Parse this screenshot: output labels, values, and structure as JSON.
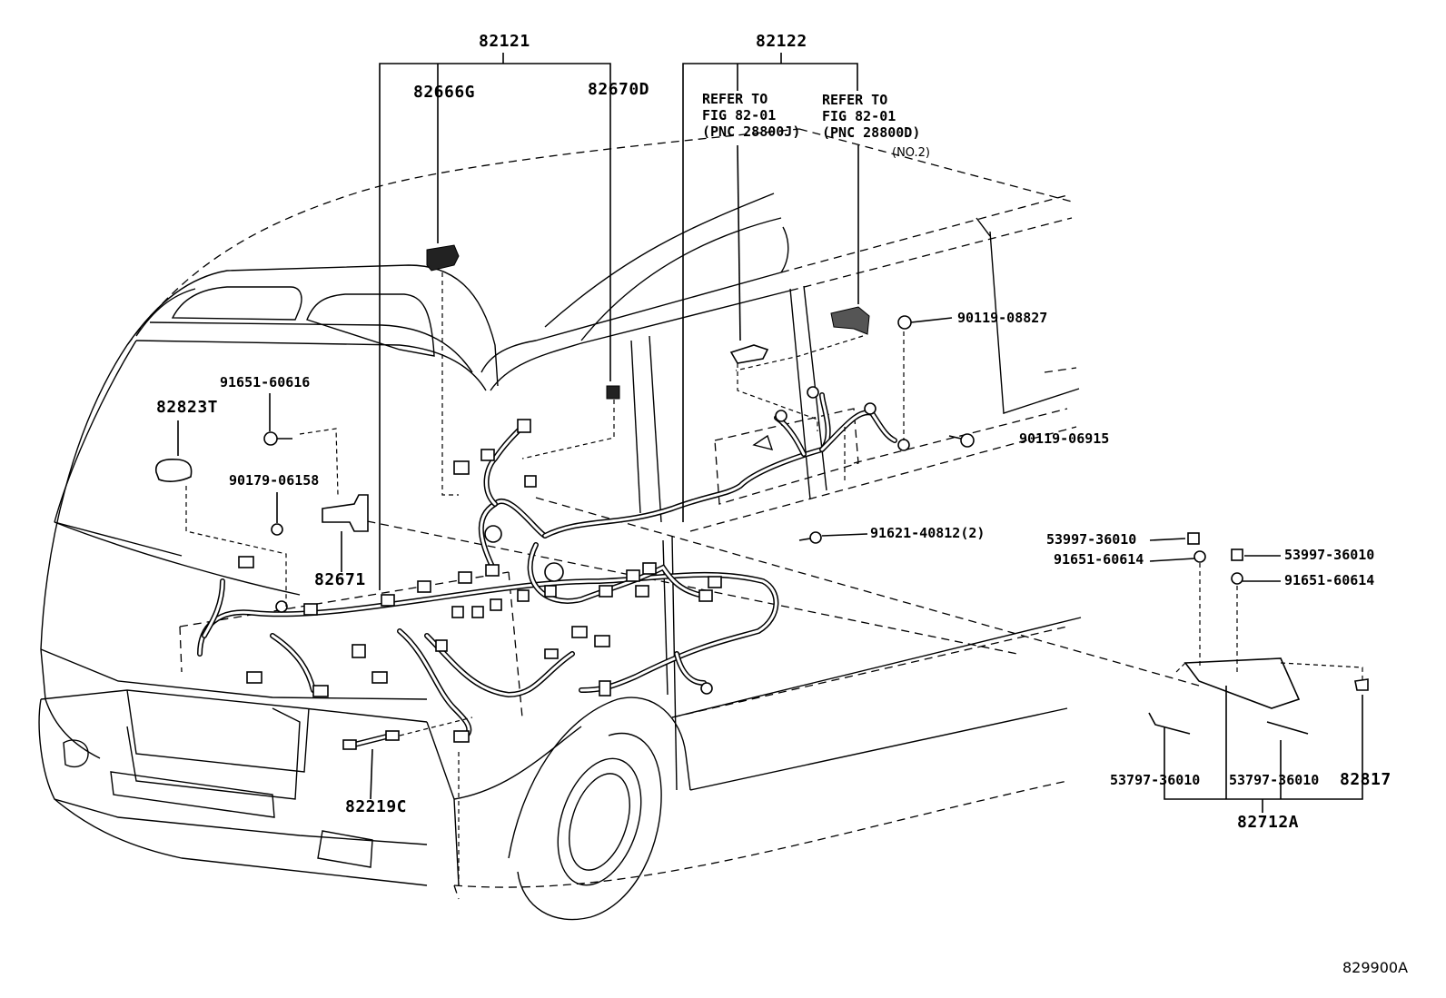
{
  "diagram": {
    "figure_id": "829900A",
    "callouts": {
      "c82121": "82121",
      "c82122": "82122",
      "c82666G": "82666G",
      "c82670D": "82670D",
      "c82823T": "82823T",
      "c82671": "82671",
      "c82219C": "82219C",
      "c82712A": "82712A",
      "c82817": "82817"
    },
    "refer_notes": {
      "left": "REFER TO\nFIG 82-01\n(PNC 28800J)",
      "right": "REFER TO\nFIG 82-01\n(PNC 28800D)",
      "right_sub": "(NO.2)"
    },
    "parts": {
      "p9165160616": "91651-60616",
      "p9017906158": "90179-06158",
      "p9011908827": "90119-08827",
      "p9011906915": "90119-06915",
      "p9162140812": "91621-40812(2)",
      "p5399736010a": "53997-36010",
      "p9165160614a": "91651-60614",
      "p5399736010b": "53997-36010",
      "p9165160614b": "91651-60614",
      "p5379736010a": "53797-36010",
      "p5379736010b": "53797-36010"
    }
  }
}
